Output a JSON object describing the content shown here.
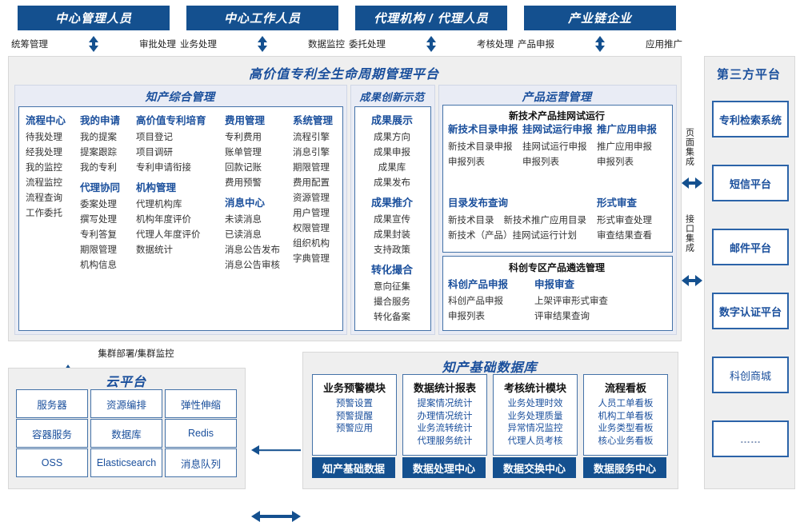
{
  "roles": [
    {
      "title": "中心管理人员",
      "left": "统筹管理",
      "right": "审批处理"
    },
    {
      "title": "中心工作人员",
      "left": "业务处理",
      "right": "数据监控"
    },
    {
      "title": "代理机构 / 代理人员",
      "left": "委托处理",
      "right": "考核处理"
    },
    {
      "title": "产业链企业",
      "left": "产品申报",
      "right": "应用推广"
    }
  ],
  "platform": {
    "title": "高价值专利全生命周期管理平台",
    "groups": {
      "zhichan": {
        "title": "知产综合管理",
        "columns": [
          {
            "blocks": [
              {
                "head": "流程中心",
                "leaves": [
                  "待我处理",
                  "经我处理",
                  "我的监控",
                  "流程监控",
                  "流程查询",
                  "工作委托"
                ]
              }
            ]
          },
          {
            "blocks": [
              {
                "head": "我的申请",
                "leaves": [
                  "我的提案",
                  "提案跟踪",
                  "我的专利"
                ]
              },
              {
                "head": "代理协同",
                "leaves": [
                  "委案处理",
                  "撰写处理",
                  "专利答复",
                  "期限管理",
                  "机构信息"
                ]
              }
            ]
          },
          {
            "blocks": [
              {
                "head": "高价值专利培育",
                "leaves": [
                  "项目登记",
                  "项目调研",
                  "专利申请衔接"
                ]
              },
              {
                "head": "机构管理",
                "leaves": [
                  "代理机构库",
                  "机构年度评价",
                  "代理人年度评价",
                  "数据统计"
                ]
              }
            ]
          },
          {
            "blocks": [
              {
                "head": "费用管理",
                "leaves": [
                  "专利费用",
                  "账单管理",
                  "回款记账",
                  "费用预警"
                ]
              },
              {
                "head": "消息中心",
                "leaves": [
                  "未读消息",
                  "已读消息",
                  "消息公告发布",
                  "消息公告审核"
                ]
              }
            ]
          },
          {
            "blocks": [
              {
                "head": "系统管理",
                "leaves": [
                  "流程引擎",
                  "消息引擎",
                  "期限管理",
                  "费用配置",
                  "资源管理",
                  "用户管理",
                  "权限管理",
                  "组织机构",
                  "字典管理"
                ]
              }
            ]
          }
        ]
      },
      "chengguo": {
        "title": "成果创新示范",
        "blocks": [
          {
            "head": "成果展示",
            "leaves": [
              "成果方向",
              "成果申报",
              "成果库",
              "成果发布"
            ]
          },
          {
            "head": "成果推介",
            "leaves": [
              "成果宣传",
              "成果封装",
              "支持政策"
            ]
          },
          {
            "head": "转化撮合",
            "leaves": [
              "意向征集",
              "撮合服务",
              "转化备案"
            ]
          }
        ]
      },
      "chanpin": {
        "title": "产品运营管理",
        "box1": {
          "title": "新技术产品挂网试运行",
          "columns": [
            {
              "head": "新技术目录申报",
              "leaves": [
                "新技术目录申报",
                "申报列表"
              ]
            },
            {
              "head": "挂网试运行申报",
              "leaves": [
                "挂网试运行申报",
                "申报列表"
              ]
            },
            {
              "head": "推广应用申报",
              "leaves": [
                "推广应用申报",
                "申报列表"
              ]
            }
          ],
          "row2_left_head": "目录发布查询",
          "row2_left_leaves": [
            "新技术目录",
            "新技术推广应用目录",
            "新技术（产品）挂网试运行计划"
          ],
          "row2_right_head": "形式审查",
          "row2_right_leaves": [
            "形式审查处理",
            "审查结果查看"
          ]
        },
        "box2": {
          "title": "科创专区产品遴选管理",
          "columns": [
            {
              "head": "科创产品申报",
              "leaves": [
                "科创产品申报",
                "申报列表"
              ]
            },
            {
              "head": "申报审查",
              "leaves": [
                "上架评审形式审查",
                "评审结果查询"
              ]
            }
          ]
        }
      }
    }
  },
  "integration": {
    "page_label": "页面集成",
    "api_label": "接口集成"
  },
  "third_party": {
    "title": "第三方平台",
    "items": [
      "专利检索系统",
      "短信平台",
      "邮件平台",
      "数字认证平台",
      "科创商城",
      "……"
    ]
  },
  "cloud": {
    "connector_label": "集群部署/集群监控",
    "title": "云平台",
    "cells": [
      "服务器",
      "资源编排",
      "弹性伸缩",
      "容器服务",
      "数据库",
      "Redis",
      "OSS",
      "Elasticsearch",
      "消息队列"
    ]
  },
  "database": {
    "title": "知产基础数据库",
    "cards": [
      {
        "title": "业务预警模块",
        "leaves": [
          "预警设置",
          "预警提醒",
          "预警应用"
        ],
        "foot": "知产基础数据"
      },
      {
        "title": "数据统计报表",
        "leaves": [
          "提案情况统计",
          "办理情况统计",
          "业务流转统计",
          "代理服务统计"
        ],
        "foot": "数据处理中心"
      },
      {
        "title": "考核统计模块",
        "leaves": [
          "业务处理时效",
          "业务处理质量",
          "异常情况监控",
          "代理人员考核"
        ],
        "foot": "数据交换中心"
      },
      {
        "title": "流程看板",
        "leaves": [
          "人员工单看板",
          "机构工单看板",
          "业务类型看板",
          "核心业务看板"
        ],
        "foot": "数据服务中心"
      }
    ]
  },
  "colors": {
    "brand_blue": "#14508F",
    "title_blue": "#1A4F9C",
    "panel_border": "#4472A8",
    "group_bg": "#e9ecf5",
    "section_bg": "#efefef"
  }
}
